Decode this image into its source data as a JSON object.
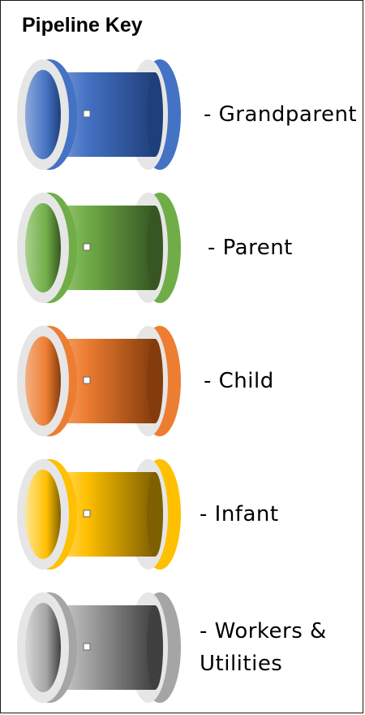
{
  "legend": {
    "title": "Pipeline Key",
    "items": [
      {
        "label": "- Grandparent",
        "color": "#4472C4",
        "dark": "#1F3F7A",
        "light": "#8EAADB"
      },
      {
        "label": "- Parent",
        "color": "#70AD47",
        "dark": "#375623",
        "light": "#A9D18E"
      },
      {
        "label": "- Child",
        "color": "#ED7D31",
        "dark": "#843C0C",
        "light": "#F4B183"
      },
      {
        "label": "- Infant",
        "color": "#FFC000",
        "dark": "#7F6000",
        "light": "#FFE699"
      },
      {
        "label": "- Workers &\n  Utilities",
        "color": "#A5A5A5",
        "dark": "#404040",
        "light": "#D9D9D9"
      }
    ]
  }
}
